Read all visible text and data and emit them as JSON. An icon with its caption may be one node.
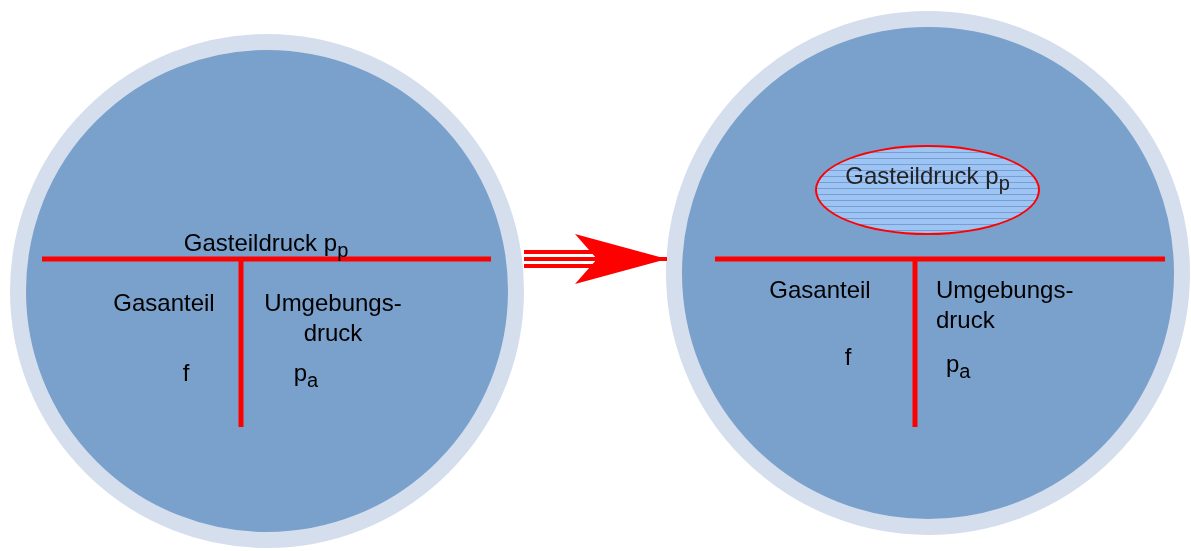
{
  "diagram": {
    "nodes": [
      {
        "text": [
          "Gasteildruck p$_{p}$",
          "Gasanteil",
          "f",
          "Umgebungs- druck",
          "p$_{a}$"
        ]
      },
      {
        "text": [
          "Gasanteil",
          "f",
          "Umgebungs- druck",
          "p$_{a}$"
        ]
      },
      {
        "text": [
          "Gasteildruck p$_{p}$"
        ],
        "in": 1
      }
    ],
    "edges": [
      {
        "from": 0,
        "to": 1,
        "arrow": "to"
      }
    ]
  }
}
